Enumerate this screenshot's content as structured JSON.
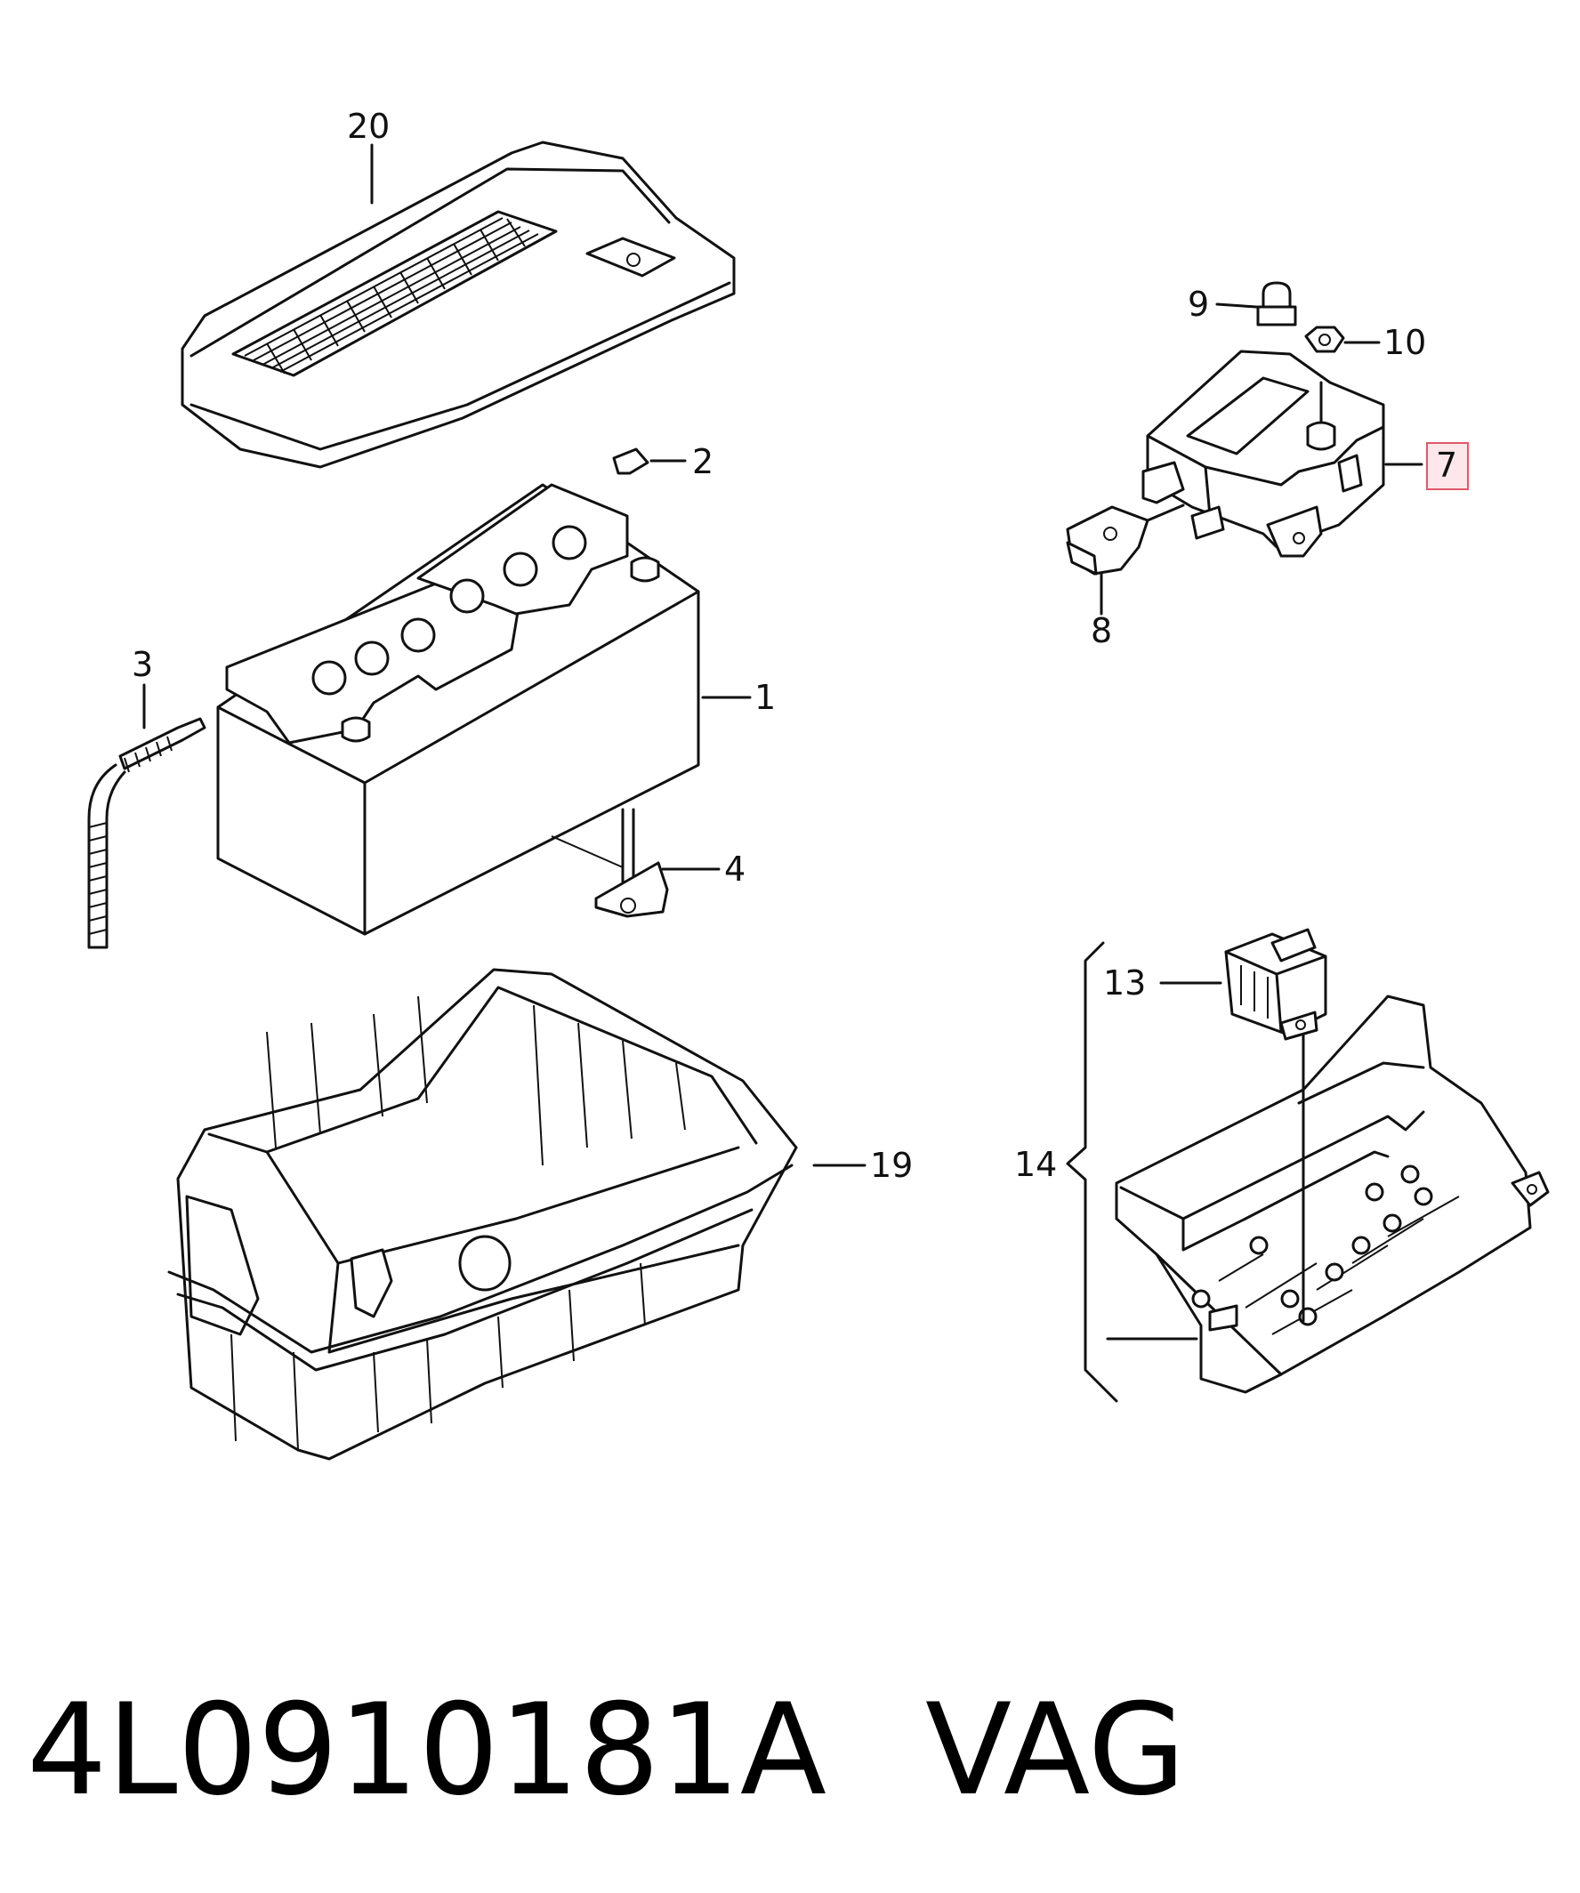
{
  "callouts": {
    "c1": "1",
    "c2": "2",
    "c3": "3",
    "c4": "4",
    "c7": "7",
    "c8": "8",
    "c9": "9",
    "c10": "10",
    "c13": "13",
    "c14": "14",
    "c19": "19",
    "c20": "20"
  },
  "highlight": {
    "callout": "7",
    "color": "#fde7ea",
    "border": "#e0596a"
  },
  "caption": {
    "part_number": "4L0910181A",
    "brand": "VAG"
  }
}
